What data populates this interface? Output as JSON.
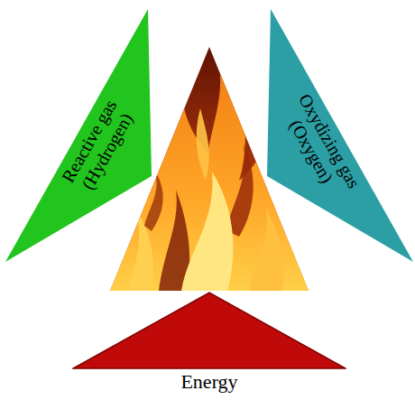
{
  "diagram": {
    "nodes": [
      {
        "text": [
          "Reactive gas",
          "(Hydrogen)"
        ]
      },
      {
        "text": [
          "Oxydizing gas",
          "(Oxygen)"
        ]
      },
      {
        "text": [
          "Energy"
        ]
      }
    ]
  }
}
